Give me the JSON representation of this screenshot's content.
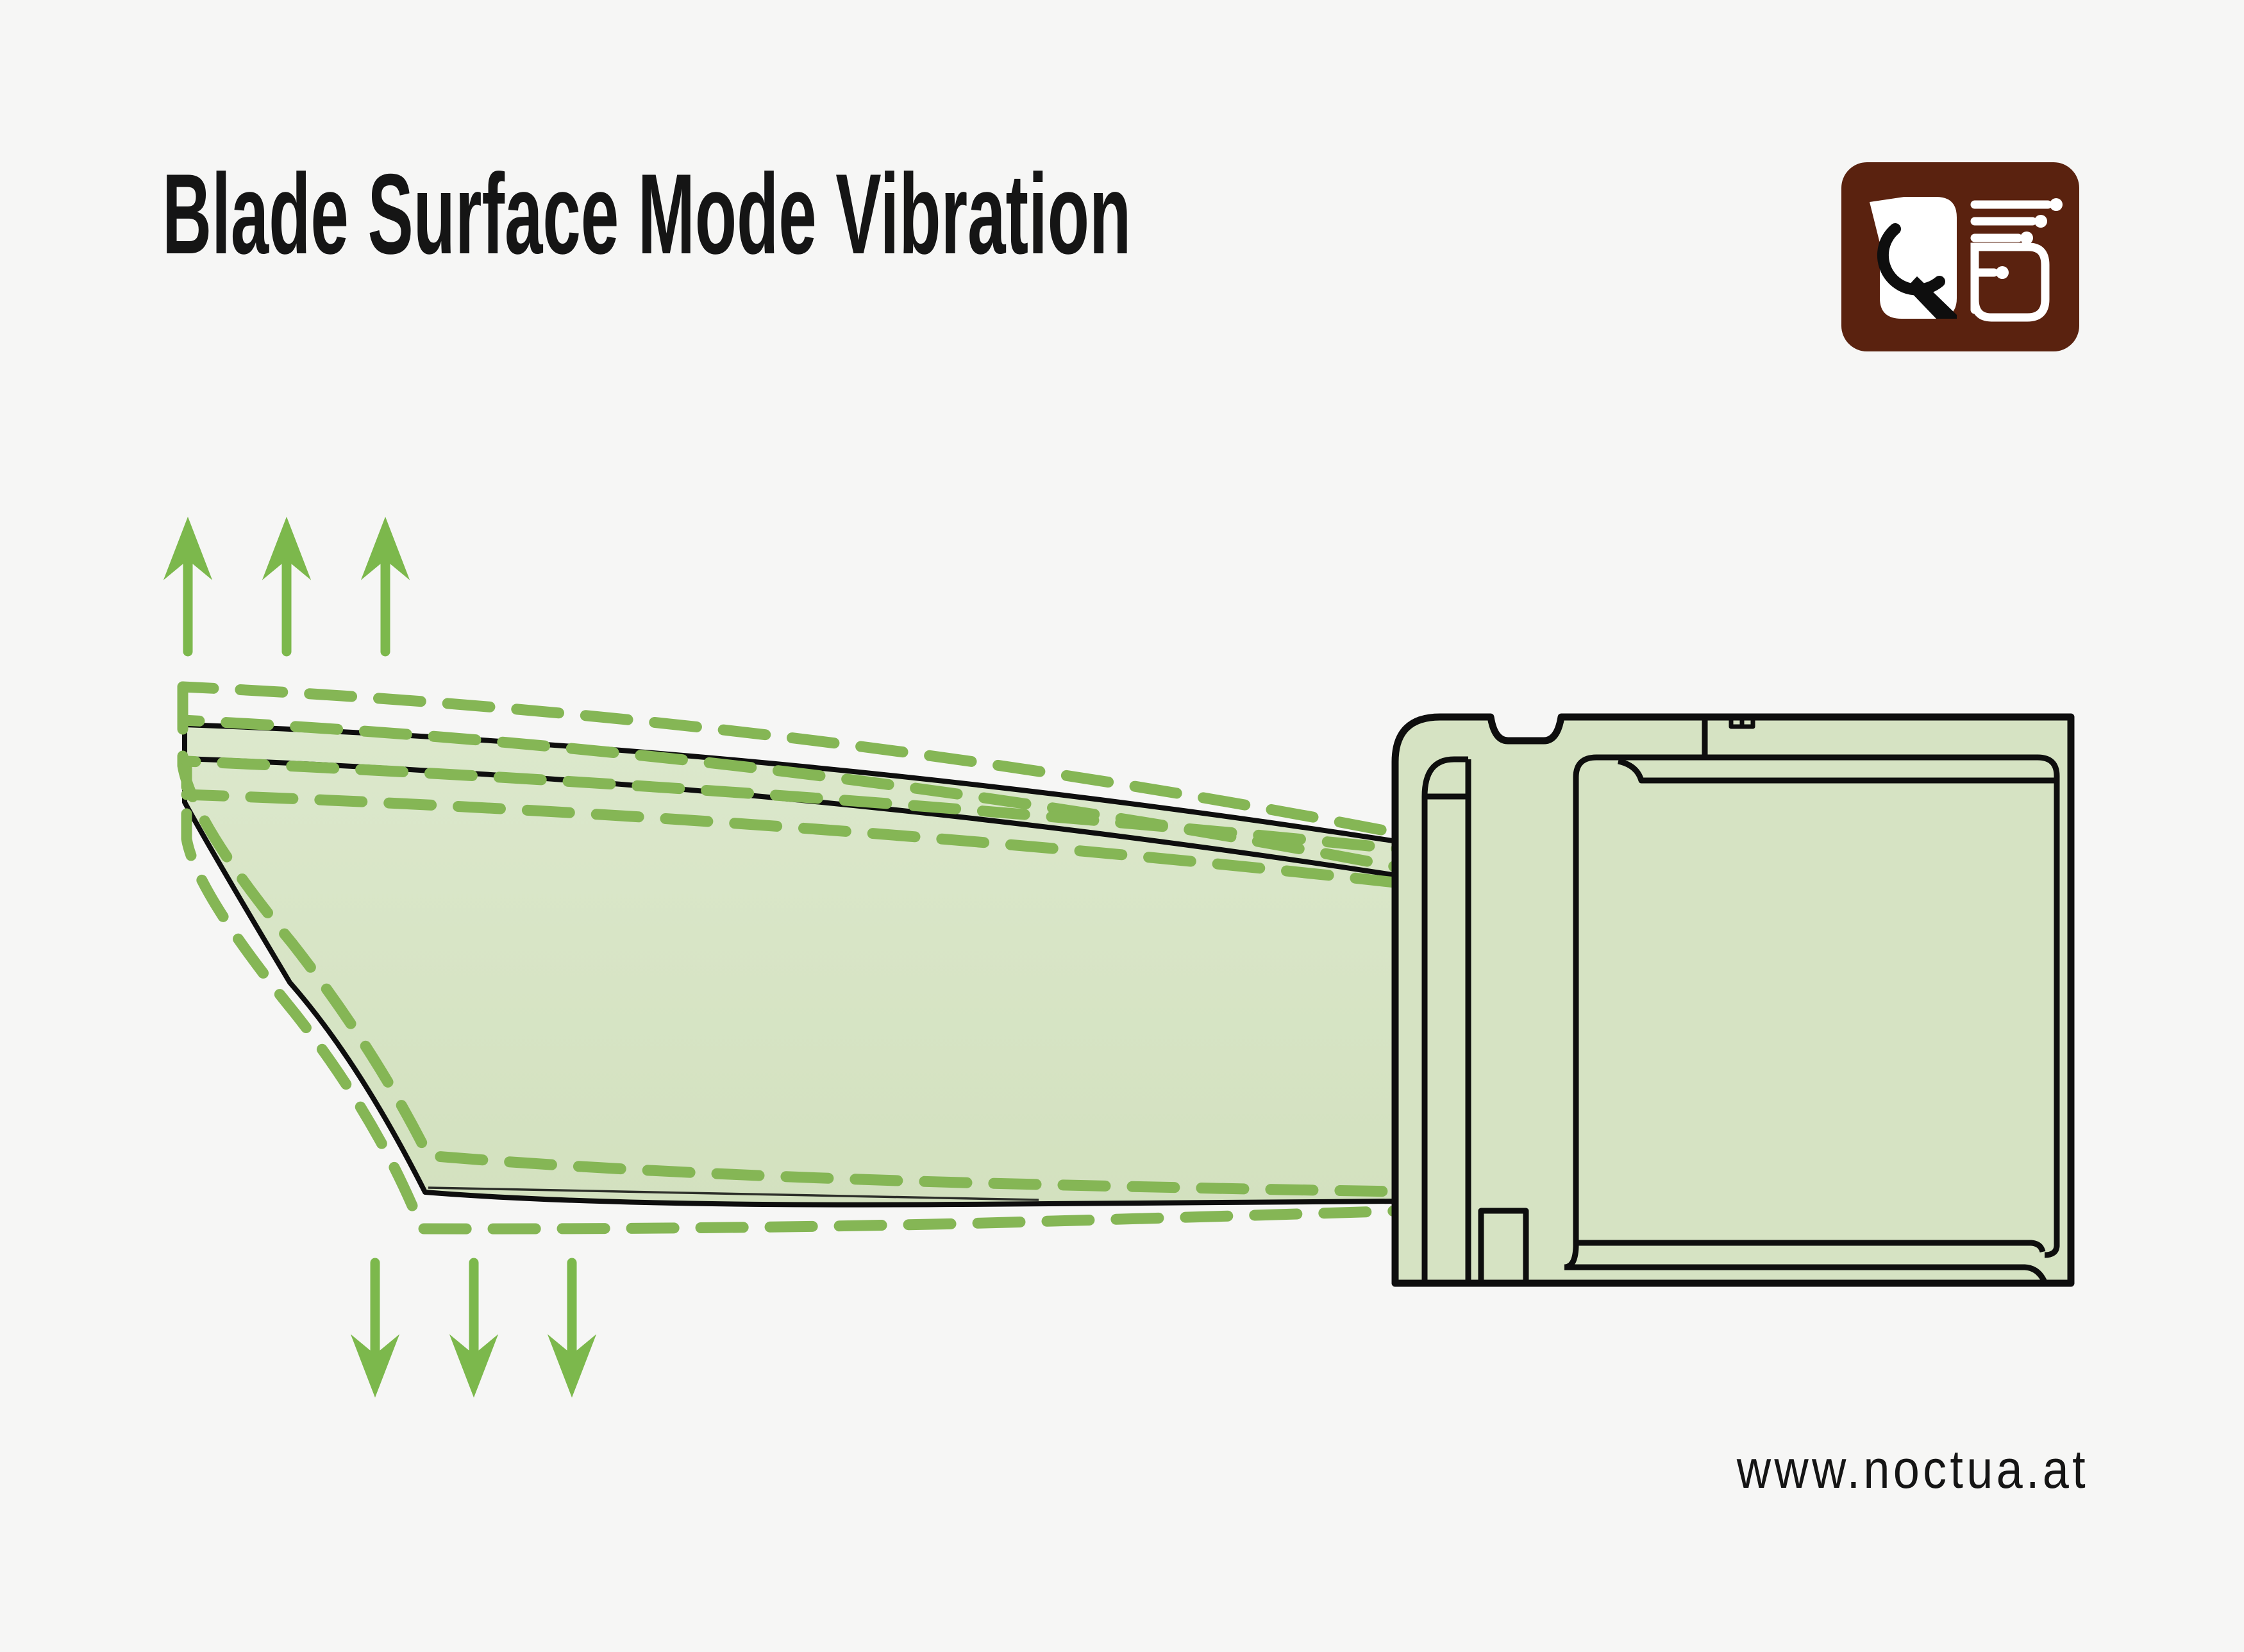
{
  "page": {
    "background": "#f6f6f5"
  },
  "header": {
    "title": "Blade Surface Mode Vibration"
  },
  "footer": {
    "website": "www.noctua.at"
  },
  "logo": {
    "name": "noctua-owl-logo"
  },
  "diagram": {
    "subject": "fan-blade-cross-section-with-frame-hub",
    "arrows": {
      "up": 3,
      "down": 3
    }
  },
  "colors": {
    "page-bg": "#f6f6f5",
    "arrow-green": "#7cb84c",
    "dash-green": "#85b655",
    "blade-fill-light": "#dce8cc",
    "blade-fill-dark": "#d3e1bf",
    "hub-fill": "#d6e3c3",
    "outline-black": "#0e0e0e",
    "text-black": "#151515",
    "logo-brown": "#5a220f",
    "logo-white": "#ffffff"
  }
}
